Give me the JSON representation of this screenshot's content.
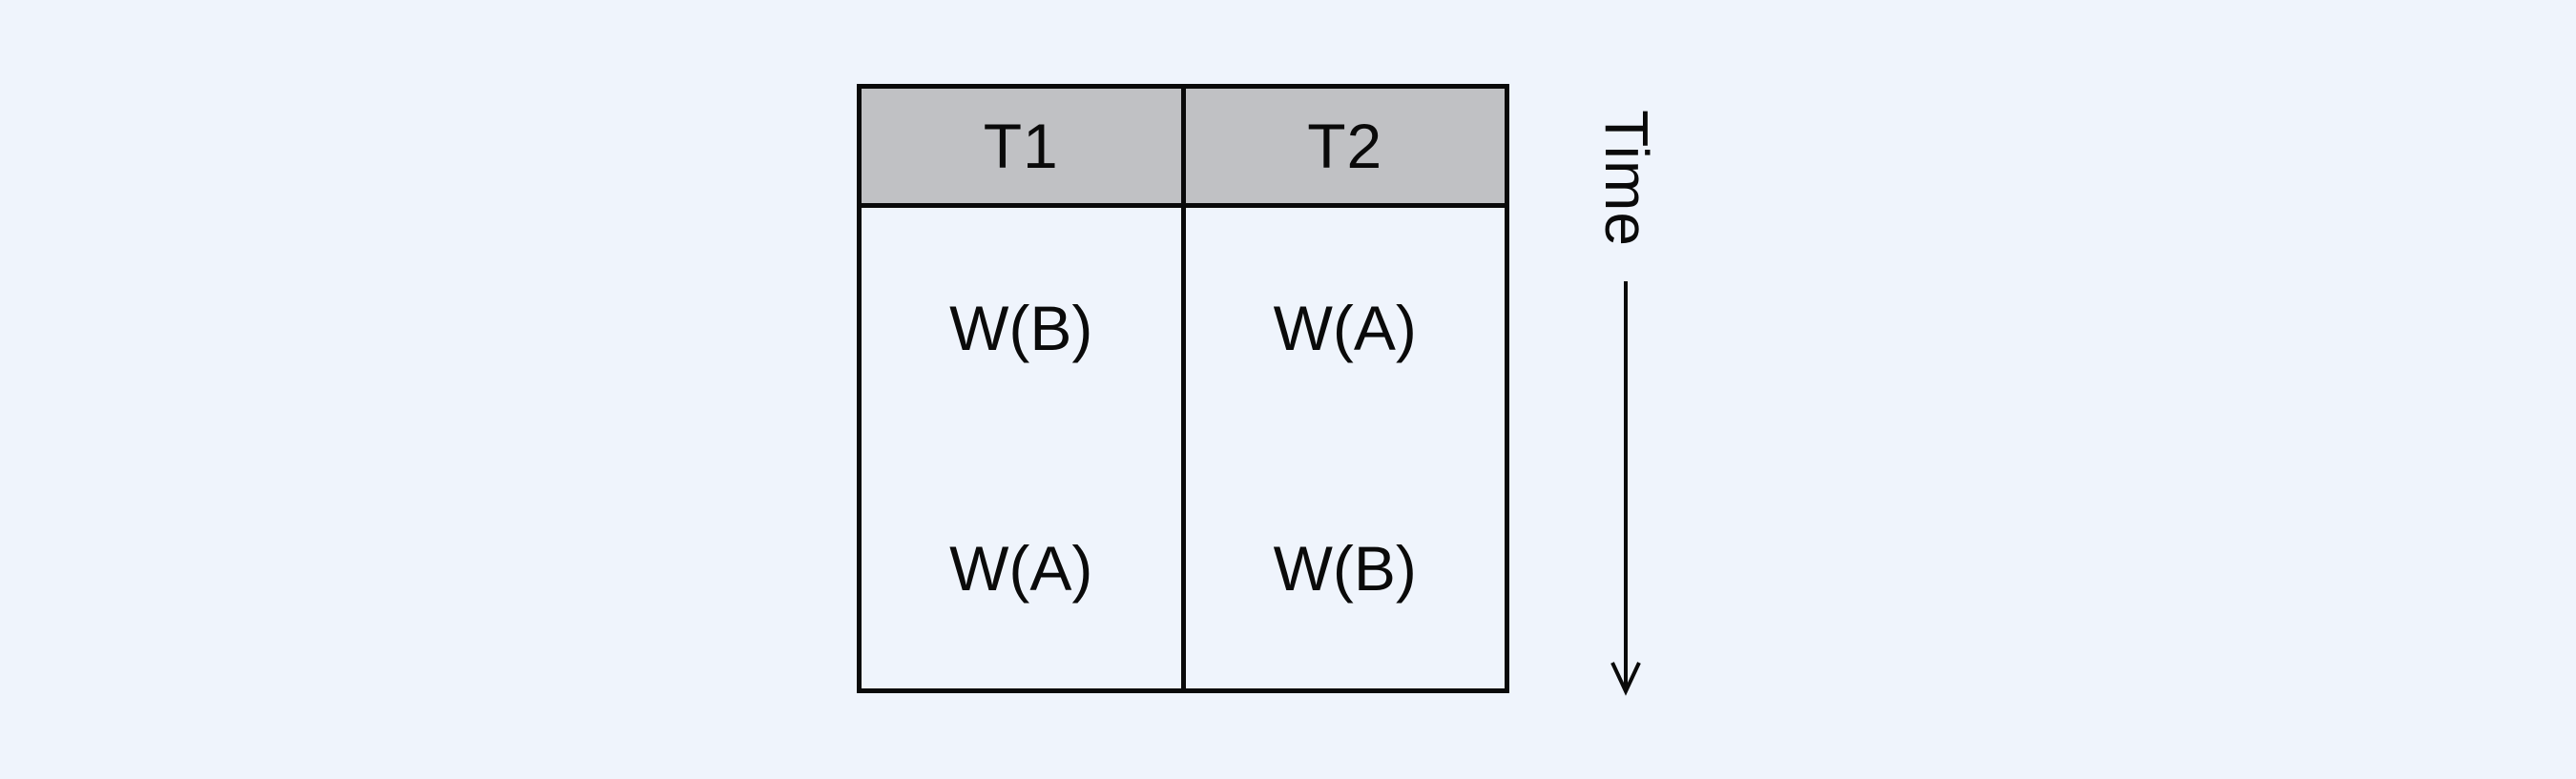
{
  "canvas": {
    "background_color": "#eff4fc"
  },
  "schedule_table": {
    "border_color": "#0a0a0a",
    "header_bg": "#c0c1c4",
    "columns": [
      {
        "header": "T1",
        "operations": [
          "W(B)",
          "W(A)"
        ]
      },
      {
        "header": "T2",
        "operations": [
          "W(A)",
          "W(B)"
        ]
      }
    ]
  },
  "time_axis": {
    "label": "Time",
    "direction": "down",
    "arrow_icon": "down-arrow"
  }
}
